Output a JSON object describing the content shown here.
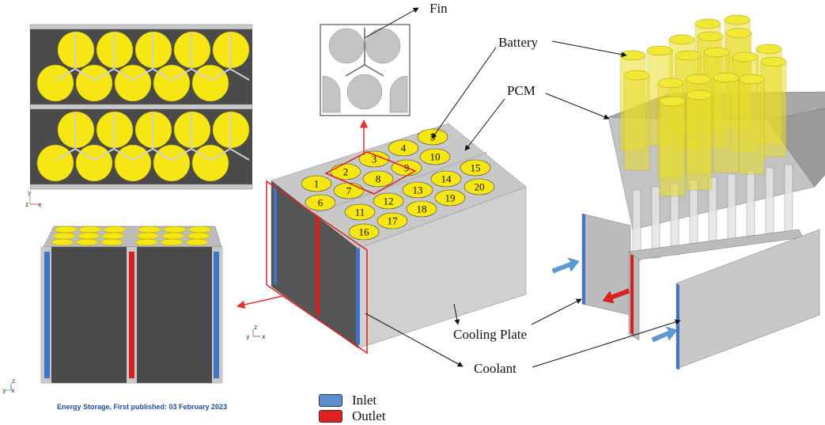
{
  "labels": {
    "fin": "Fin",
    "battery": "Battery",
    "pcm": "PCM",
    "cooling_plate": "Cooling Plate",
    "coolant": "Coolant"
  },
  "cell_numbers": [
    "1",
    "2",
    "3",
    "4",
    "5",
    "6",
    "7",
    "8",
    "9",
    "10",
    "11",
    "12",
    "13",
    "14",
    "15",
    "16",
    "17",
    "18",
    "19",
    "20"
  ],
  "legend": [
    {
      "label": "Inlet",
      "color": "#5b8fd0"
    },
    {
      "label": "Outlet",
      "color": "#e02020"
    }
  ],
  "axes": {
    "top_view": {
      "vertical": "y",
      "horizontal": "x",
      "origin": "z"
    },
    "side_view": {
      "vertical": "z",
      "horizontal": "y",
      "origin": "x"
    },
    "iso_view": {
      "vertical": "z",
      "horizontal": "x",
      "origin": "y"
    }
  },
  "credit": "Energy Storage, First published: 03 February 2023",
  "colors": {
    "cell_yellow": "#f5e614",
    "pcm_dark": "#4a4a4a",
    "plate_gray": "#bfbfbf",
    "inlet_blue": "#5b8fd0",
    "outlet_red": "#e02020",
    "arrow_red": "#e83030"
  }
}
